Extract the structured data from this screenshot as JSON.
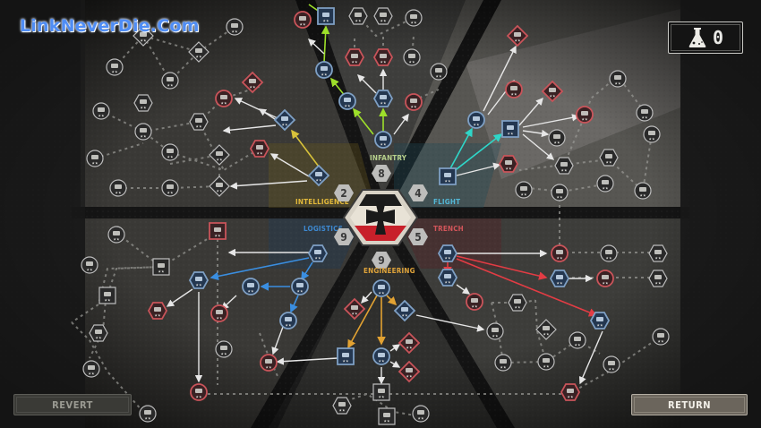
{
  "watermark": "LinkNeverDie.Com",
  "research_points": {
    "icon": "flask-icon",
    "value": "0"
  },
  "buttons": {
    "revert": "REVERT",
    "return": "RETURN"
  },
  "center_emblem": {
    "icon": "iron-cross-icon",
    "colors": [
      "#1a1a1a",
      "#e8e4dc",
      "#c8202a"
    ]
  },
  "categories": [
    {
      "id": "infantry",
      "label": "INFANTRY",
      "count": "8",
      "color": "#b7d08c"
    },
    {
      "id": "intelligence",
      "label": "INTELLIGENCE",
      "count": "2",
      "color": "#e3b93a"
    },
    {
      "id": "flight",
      "label": "FLIGHT",
      "count": "4",
      "color": "#53b7d6"
    },
    {
      "id": "logistics",
      "label": "LOGISTICS",
      "count": "9",
      "color": "#3d88d0"
    },
    {
      "id": "trench",
      "label": "TRENCH",
      "count": "5",
      "color": "#d3555a"
    },
    {
      "id": "engineering",
      "label": "ENGINEERING",
      "count": "9",
      "color": "#e0a43a"
    }
  ],
  "colors": {
    "unlocked_fill": "#243750",
    "unlocked_stroke": "#7fa0c4",
    "available_stroke": "#c9545a",
    "locked_stroke": "#bdbdbd",
    "infantry_link": "#9ee02a",
    "intelligence_link": "#d8c23a",
    "flight_link": "#2fd6c8",
    "logistics_link": "#3a8ee0",
    "trench_link": "#e23c44",
    "engineering_link": "#e2a232"
  }
}
